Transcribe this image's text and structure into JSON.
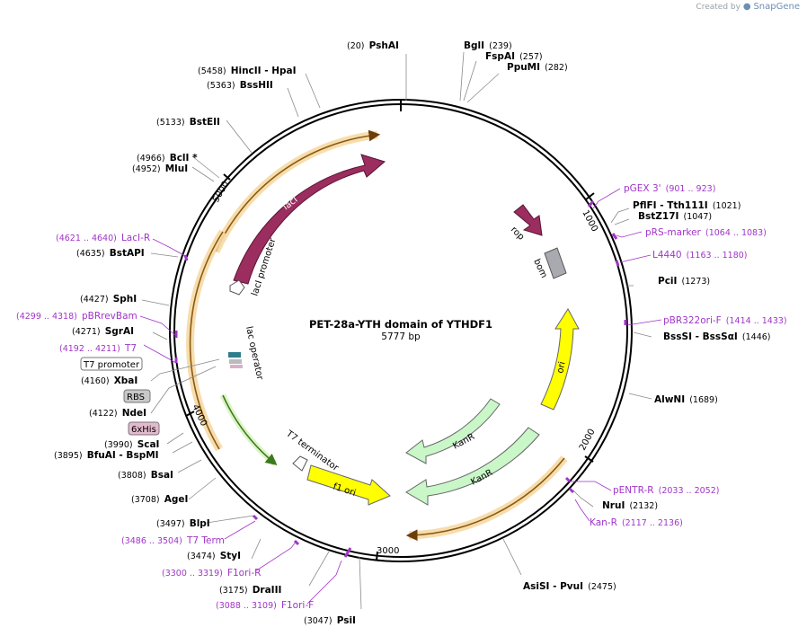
{
  "brand": {
    "prefix": "Created by",
    "name": "SnapGene"
  },
  "plasmid": {
    "name": "PET-28a-YTH domain of YTHDF1",
    "length_label": "5777 bp"
  },
  "ticks": [
    {
      "label": "1000"
    },
    {
      "label": "2000"
    },
    {
      "label": "3000"
    },
    {
      "label": "4000"
    },
    {
      "label": "5000"
    }
  ],
  "features": [
    {
      "label": "lacI"
    },
    {
      "label": "lacI promoter"
    },
    {
      "label": "rop"
    },
    {
      "label": "bom"
    },
    {
      "label": "ori"
    },
    {
      "label": "KanR"
    },
    {
      "label": "KanR"
    },
    {
      "label": "f1 ori"
    },
    {
      "label": "T7 terminator"
    },
    {
      "label": "lac operator"
    }
  ],
  "boxed_labels": [
    {
      "label": "T7 promoter"
    },
    {
      "label": "RBS"
    },
    {
      "label": "6xHis"
    }
  ],
  "sites": [
    {
      "pos": "(20)",
      "name": "PshAI"
    },
    {
      "pos": "(239)",
      "name": "BglI"
    },
    {
      "pos": "(257)",
      "name": "FspAI"
    },
    {
      "pos": "(282)",
      "name": "PpuMI"
    },
    {
      "pos": "(1021)",
      "name": "PflFI - Tth111I"
    },
    {
      "pos": "(1047)",
      "name": "BstZ17I"
    },
    {
      "pos": "(1273)",
      "name": "PciI"
    },
    {
      "pos": "(1446)",
      "name": "BssSI - BssSαI"
    },
    {
      "pos": "(1689)",
      "name": "AlwNI"
    },
    {
      "pos": "(2132)",
      "name": "NruI"
    },
    {
      "pos": "(2475)",
      "name": "AsiSI - PvuI"
    },
    {
      "pos": "(3047)",
      "name": "PsiI"
    },
    {
      "pos": "(3175)",
      "name": "DraIII"
    },
    {
      "pos": "(3474)",
      "name": "StyI"
    },
    {
      "pos": "(3497)",
      "name": "BlpI"
    },
    {
      "pos": "(3708)",
      "name": "AgeI"
    },
    {
      "pos": "(3808)",
      "name": "BsaI"
    },
    {
      "pos": "(3895)",
      "name": "BfuAI - BspMI"
    },
    {
      "pos": "(3990)",
      "name": "ScaI"
    },
    {
      "pos": "(4122)",
      "name": "NdeI"
    },
    {
      "pos": "(4160)",
      "name": "XbaI"
    },
    {
      "pos": "(4271)",
      "name": "SgrAI"
    },
    {
      "pos": "(4427)",
      "name": "SphI"
    },
    {
      "pos": "(4635)",
      "name": "BstAPI"
    },
    {
      "pos": "(4952)",
      "name": "MluI"
    },
    {
      "pos": "(4966)",
      "name": "BclI *"
    },
    {
      "pos": "(5133)",
      "name": "BstEII"
    },
    {
      "pos": "(5363)",
      "name": "BssHII"
    },
    {
      "pos": "(5458)",
      "name": "HincII - HpaI"
    }
  ],
  "primers": [
    {
      "name": "pGEX 3'",
      "range": "(901 .. 923)"
    },
    {
      "name": "pRS-marker",
      "range": "(1064 .. 1083)"
    },
    {
      "name": "L4440",
      "range": "(1163 .. 1180)"
    },
    {
      "name": "pBR322ori-F",
      "range": "(1414 .. 1433)"
    },
    {
      "name": "pENTR-R",
      "range": "(2033 .. 2052)"
    },
    {
      "name": "Kan-R",
      "range": "(2117 .. 2136)"
    },
    {
      "name": "F1ori-F",
      "range": "(3088 .. 3109)"
    },
    {
      "name": "F1ori-R",
      "range": "(3300 .. 3319)"
    },
    {
      "name": "T7 Term",
      "range": "(3486 .. 3504)"
    },
    {
      "name": "T7",
      "range": "(4192 .. 4211)"
    },
    {
      "name": "pBRrevBam",
      "range": "(4299 .. 4318)"
    },
    {
      "name": "LacI-R",
      "range": "(4621 .. 4640)"
    }
  ],
  "colors": {
    "lacI": "#9b2d5f",
    "ori": "#ffff00",
    "KanR": "#c9f7c8",
    "f1_ori": "#ffff00",
    "bom": "#a8aab0",
    "primer": "#a035c8",
    "orf_fill": "#f6d9a3",
    "orf_stroke": "#b0781c"
  }
}
